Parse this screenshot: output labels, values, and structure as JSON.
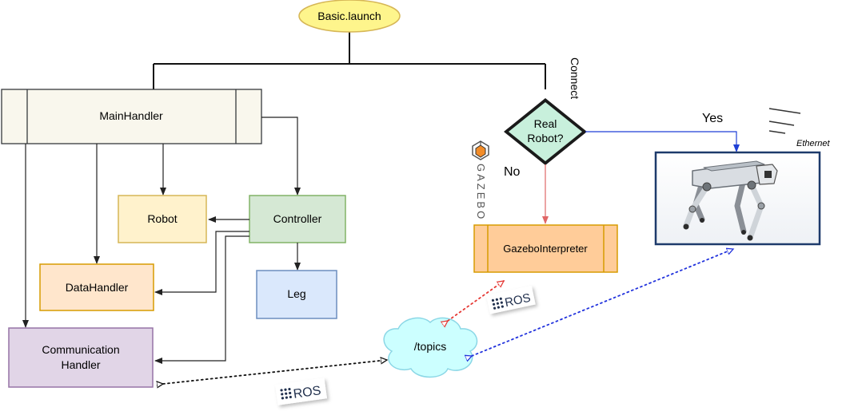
{
  "diagram": {
    "launch": {
      "label": "Basic.launch",
      "fill": "#fef58c",
      "stroke": "#d6b656"
    },
    "main_handler": {
      "label": "MainHandler",
      "fill": "#f9f7ed",
      "stroke": "#36393d"
    },
    "robot": {
      "label": "Robot",
      "fill": "#fff2cc",
      "stroke": "#d6b656"
    },
    "controller": {
      "label": "Controller",
      "fill": "#d5e8d4",
      "stroke": "#82b366"
    },
    "data_handler": {
      "label": "DataHandler",
      "fill": "#ffe6cc",
      "stroke": "#d79b00"
    },
    "leg": {
      "label": "Leg",
      "fill": "#dae8fc",
      "stroke": "#6c8ebf"
    },
    "communication_handler": {
      "line1": "Communication",
      "line2": "Handler",
      "fill": "#e1d5e7",
      "stroke": "#9673a6"
    },
    "decision": {
      "line1": "Real",
      "line2": "Robot?",
      "fill": "#c8f0dc",
      "stroke": "#1a1a1a"
    },
    "gazebo_interpreter": {
      "label": "GazeboInterpreter",
      "fill": "#ffcc99",
      "stroke": "#d79b00"
    },
    "topics_cloud": {
      "label": "/topics",
      "fill": "#ccffff",
      "stroke": "#8bd7e6"
    },
    "edge_labels": {
      "connect": "Connect",
      "yes": "Yes",
      "no": "No",
      "ethernet": "Ethernet"
    },
    "logos": {
      "gazebo": "GAZEBO",
      "ros": "ROS"
    },
    "colors": {
      "yes_arrow": "#1f3fd6",
      "no_arrow": "#e06666",
      "red_dotted": "#e53935",
      "blue_dotted": "#2233dd",
      "black_dotted": "#111111",
      "robot_frame": "#1d3a6b"
    }
  }
}
